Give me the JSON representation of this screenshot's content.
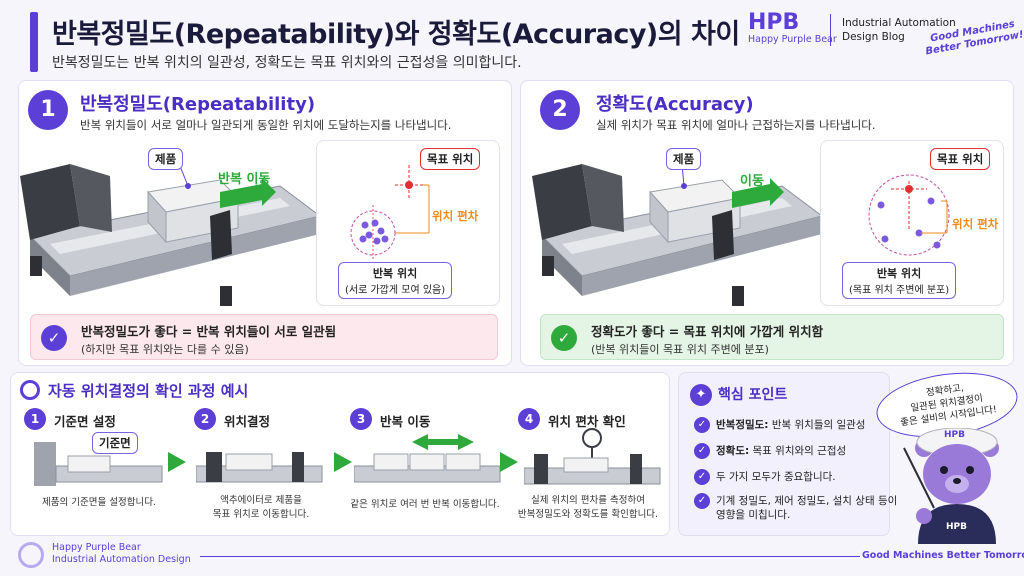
{
  "header": {
    "title": "반복정밀도(Repeatability)와 정확도(Accuracy)의 차이",
    "subtitle": "반복정밀도는 반복 위치의 일관성, 정확도는 목표 위치와의 근접성을 의미합니다.",
    "brand": "HPB",
    "brand_sub": "Happy Purple Bear",
    "blog_line1": "Industrial Automation",
    "blog_line2": "Design Blog",
    "slogan_line1": "Good Machines",
    "slogan_line2": "Better Tomorrow!"
  },
  "repeatability": {
    "number": "1",
    "title": "반복정밀도(Repeatability)",
    "desc": "반복 위치들이 서로 얼마나 일관되게 동일한 위치에 도달하는지를 나타냅니다.",
    "product_label": "제품",
    "move_label": "반복 이동",
    "target_label": "목표 위치",
    "deviation_label": "위치 편차",
    "repeat_label": "반복 위치",
    "repeat_sub": "(서로 가깝게 모여 있음)",
    "result_main": "반복정밀도가 좋다 = 반복 위치들이 서로 일관됨",
    "result_sub": "(하지만 목표 위치와는 다를 수 있음)"
  },
  "accuracy": {
    "number": "2",
    "title": "정확도(Accuracy)",
    "desc": "실제 위치가 목표 위치에 얼마나 근접하는지를 나타냅니다.",
    "product_label": "제품",
    "move_label": "이동",
    "target_label": "목표 위치",
    "deviation_label": "위치 편차",
    "repeat_label": "반복 위치",
    "repeat_sub": "(목표 위치 주변에 분포)",
    "result_main": "정확도가 좋다 = 목표 위치에 가깝게 위치함",
    "result_sub": "(반복 위치들이 목표 위치 주변에 분포)"
  },
  "process": {
    "title": "자동 위치결정의 확인 과정 예시",
    "steps": [
      {
        "num": "1",
        "title": "기준면 설정",
        "tag": "기준면",
        "desc1": "제품의 기준면을 설정합니다.",
        "desc2": ""
      },
      {
        "num": "2",
        "title": "위치결정",
        "desc1": "액추에이터로 제품을",
        "desc2": "목표 위치로 이동합니다."
      },
      {
        "num": "3",
        "title": "반복 이동",
        "desc1": "같은 위치로 여러 번 반복 이동합니다.",
        "desc2": ""
      },
      {
        "num": "4",
        "title": "위치 편차 확인",
        "desc1": "실제 위치의 편차를 측정하여",
        "desc2": "반복정밀도와 정확도를 확인합니다."
      }
    ]
  },
  "key_points": {
    "title": "핵심 포인트",
    "items": [
      {
        "bold": "반복정밀도:",
        "text": " 반복 위치들의 일관성"
      },
      {
        "bold": "정확도:",
        "text": " 목표 위치와의 근접성"
      },
      {
        "bold": "",
        "text": "두 가지 모두가 중요합니다."
      },
      {
        "bold": "",
        "text": "기계 정밀도, 제어 정밀도, 설치 상태 등이"
      }
    ],
    "item4_line2": "영향을 미칩니다."
  },
  "mascot": {
    "bubble_line1": "정확하고,",
    "bubble_line2": "일관된 위치결정이",
    "bubble_line3": "좋은 설비의 시작입니다!",
    "hat_text": "HPB",
    "shirt_text": "HPB"
  },
  "footer": {
    "left_line1": "Happy Purple Bear",
    "left_line2": "Industrial Automation Design",
    "right": "Good Machines Better Tomorrow!"
  },
  "colors": {
    "accent": "#5b3fd6",
    "red": "#e03030",
    "orange": "#f08a1c",
    "green": "#2eaa3c"
  }
}
